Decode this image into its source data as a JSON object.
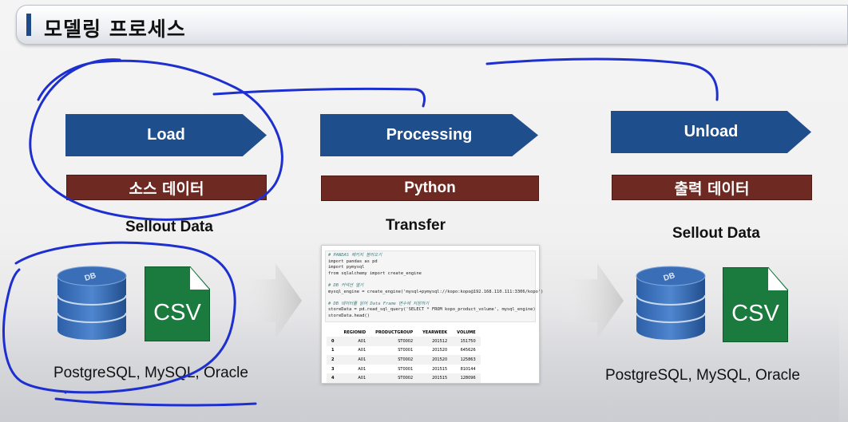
{
  "header": {
    "title": "모델링 프로세스"
  },
  "stages": [
    {
      "step": "Load",
      "tool": "소스 데이터",
      "subtitle": "Sellout Data"
    },
    {
      "step": "Processing",
      "tool": "Python",
      "subtitle": "Transfer"
    },
    {
      "step": "Unload",
      "tool": "출력 데이터",
      "subtitle": "Sellout Data"
    }
  ],
  "source": {
    "db_label": "DB",
    "csv_label": "CSV",
    "databases": "PostgreSQL, MySQL, Oracle"
  },
  "target": {
    "db_label": "DB",
    "csv_label": "CSV",
    "databases": "PostgreSQL, MySQL, Oracle"
  },
  "code": {
    "lines": [
      {
        "t": "# PANDAS 패키지 불러오기",
        "comment": true
      },
      {
        "t": "import pandas as pd"
      },
      {
        "t": "import pymysql"
      },
      {
        "t": "from sqlalchemy import create_engine"
      },
      {
        "t": ""
      },
      {
        "t": "# DB 커넥션 열기",
        "comment": true
      },
      {
        "t": "mysql_engine = create_engine('mysql+pymysql://kopo:kopo@192.168.110.111:3306/kopo')"
      },
      {
        "t": ""
      },
      {
        "t": "# DB 데이터를 읽어 Data Frame 변수에 저장하기",
        "comment": true
      },
      {
        "t": "storeData = pd.read_sql_query('SELECT * FROM kopo_product_volume', mysql_engine)"
      },
      {
        "t": "storeData.head()"
      }
    ],
    "table": {
      "headers": [
        "",
        "REGIONID",
        "PRODUCTGROUP",
        "YEARWEEK",
        "VOLUME"
      ],
      "rows": [
        [
          "0",
          "A01",
          "ST0002",
          "201512",
          "151750"
        ],
        [
          "1",
          "A01",
          "ST0001",
          "201520",
          "645626"
        ],
        [
          "2",
          "A01",
          "ST0002",
          "201520",
          "125863"
        ],
        [
          "3",
          "A01",
          "ST0001",
          "201515",
          "810144"
        ],
        [
          "4",
          "A01",
          "ST0002",
          "201515",
          "128096"
        ]
      ]
    }
  },
  "colors": {
    "arrow": "#1f4e8c",
    "label_box": "#6e2a22",
    "csv": "#1b7a3e",
    "annotation": "#1e2fd0"
  }
}
